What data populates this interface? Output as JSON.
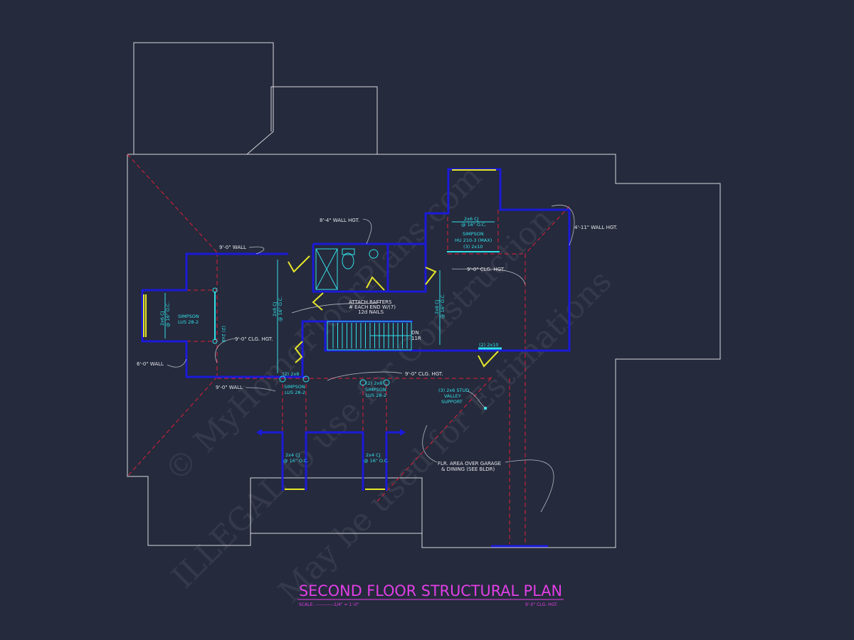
{
  "title": "SECOND FLOOR STRUCTURAL PLAN",
  "scale": "SCALE: ------------1/4\" = 1'-0\"",
  "title_clg": "9'-0\" CLG. HGT.",
  "watermark": [
    "© MyHomeFloorPlans.com",
    "ILLEGAL to use for Construction",
    "May be used for Estimations"
  ],
  "labels": {
    "wall_8_4": "8'-4\" WALL HGT.",
    "wall_9_top": "9'-0\" WALL",
    "wall_4_11": "4'-11\" WALL HGT.",
    "clg_right": "9'-0\" CLG. HGT.",
    "clg_left": "9'-0\" CLG. HGT.",
    "wall_6": "6'-0\" WALL",
    "wall_9_bottom": "9'-0\" WALL",
    "clg_center": "9'-0\" CLG. HGT.",
    "attach1": "ATTACH RAFTERS",
    "attach2": "# EACH END W/(7)",
    "attach3": "12d NAILS",
    "dn": "DN",
    "tr": "11R",
    "flr1": "FLR. AREA OVER GARAGE",
    "flr2": "& DINING (SEE BLDR)"
  },
  "structural": {
    "cj_2x6_left_a": "2x6 CJ",
    "cj_2x6_left_b": "@ 16\" O.C.",
    "simpson_left_a": "SIMPSON",
    "simpson_left_b": "LUS 28-2",
    "beam_left": "(2) 2x8",
    "cj_2x8_a": "2x8 CJ",
    "cj_2x8_b": "@ 16\" O.C.",
    "cj_2x8_right_a": "2x8 CJ",
    "cj_2x8_right_b": "@ 16\" O.C.",
    "cj_2x6_top_a": "2x6 CJ",
    "cj_2x6_top_b": "@ 16\" O.C.",
    "simpson_top_a": "SIMPSON",
    "simpson_top_b": "HU 210-3 (MAX)",
    "simpson_top_c": "(3) 2x10",
    "header_2x10": "(2) 2x10",
    "beam_b1": "(2) 2x8",
    "simpson_b1_a": "SIMPSON",
    "simpson_b1_b": "LUS 28-2",
    "beam_b2": "(2) 2x8",
    "simpson_b2_a": "SIMPSON",
    "simpson_b2_b": "LUS 28-2",
    "stud1": "(3) 2x6 STUD",
    "stud2": "VALLEY",
    "stud3": "SUPPORT",
    "cj_2x4_1a": "2x4 CJ",
    "cj_2x4_1b": "@ 16\" O.C.",
    "cj_2x4_2a": "2x4 CJ",
    "cj_2x4_2b": "@ 16\" O.C."
  },
  "colors": {
    "background": "#252a3c",
    "wall": "#1a1ad8",
    "dim": "#33e0e8",
    "ridge": "#e0203a",
    "door": "#e6e62a",
    "title": "#e23fe6"
  }
}
